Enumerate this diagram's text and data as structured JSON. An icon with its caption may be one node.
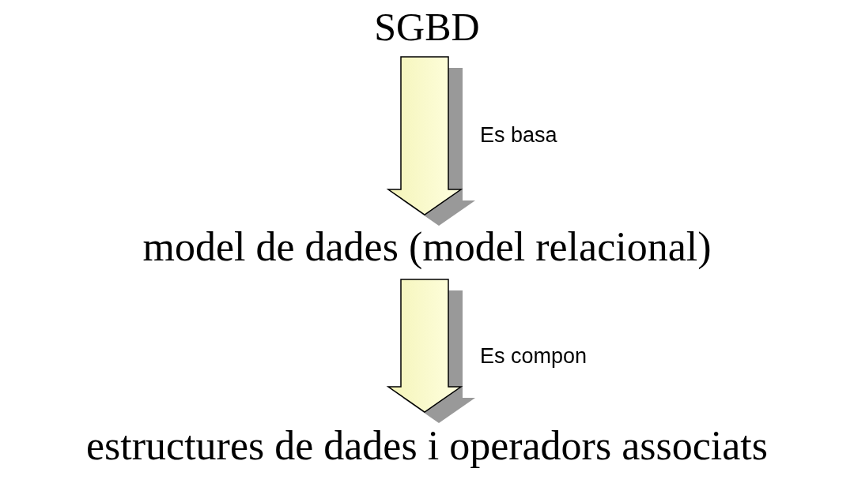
{
  "diagram": {
    "nodes": [
      {
        "text": [
          "SGBD"
        ]
      },
      {
        "text": [
          "model de dades (model relacional)"
        ]
      },
      {
        "text": [
          "estructures de dades i operadors associats"
        ]
      }
    ],
    "edges": [
      {
        "from": 0,
        "to": 1,
        "arrow": "to",
        "label": "Es basa"
      },
      {
        "from": 1,
        "to": 2,
        "arrow": "to",
        "label": "Es compon"
      }
    ]
  }
}
